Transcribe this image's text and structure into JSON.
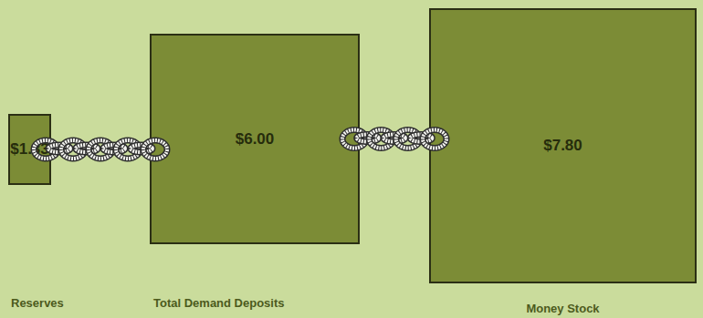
{
  "diagram": {
    "nodes": [
      {
        "text": [
          "$1.33",
          "Reserves"
        ]
      },
      {
        "text": [
          "$6.00",
          "Total Demand Deposits"
        ]
      },
      {
        "text": [
          "$7.80",
          "Money Stock"
        ]
      }
    ],
    "edges": [
      {
        "from": 0,
        "to": 1,
        "arrow": "none"
      },
      {
        "from": 1,
        "to": 2,
        "arrow": "none"
      }
    ]
  }
}
